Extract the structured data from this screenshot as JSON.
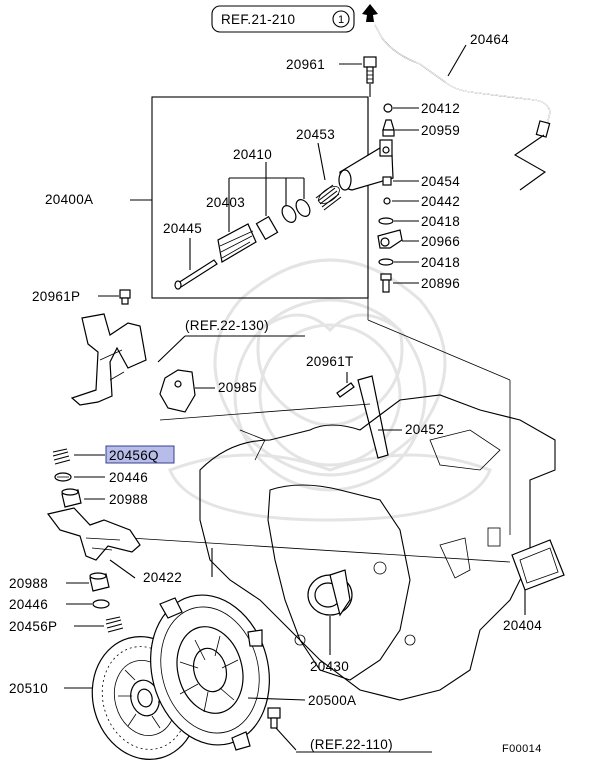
{
  "diagram": {
    "references": {
      "top": "REF.21-210",
      "top_circle": "1",
      "mid": "(REF.22-130)",
      "bottom": "(REF.22-110)"
    },
    "labels": {
      "p20464": "20464",
      "p20961": "20961",
      "p20412": "20412",
      "p20959": "20959",
      "p20453": "20453",
      "p20410": "20410",
      "p20454": "20454",
      "p20442": "20442",
      "p20400A": "20400A",
      "p20403": "20403",
      "p20418a": "20418",
      "p20966": "20966",
      "p20445": "20445",
      "p20418b": "20418",
      "p20896": "20896",
      "p20961P": "20961P",
      "p20961T": "20961T",
      "p20985": "20985",
      "p20452": "20452",
      "p20456Q": "20456Q",
      "p20446a": "20446",
      "p20988a": "20988",
      "p20988b": "20988",
      "p20422": "20422",
      "p20446b": "20446",
      "p20456P": "20456P",
      "p20404": "20404",
      "p20430": "20430",
      "p20510": "20510",
      "p20500A": "20500A"
    },
    "highlighted_part": "20456Q",
    "figure_code": "F00014",
    "highlight_color": "#b7bde8"
  }
}
